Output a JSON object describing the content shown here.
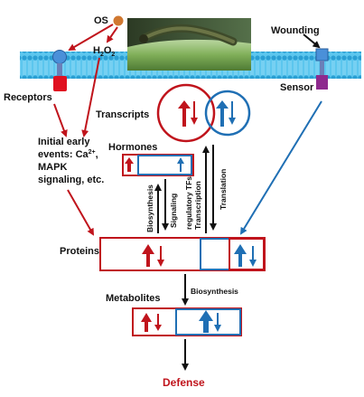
{
  "labels": {
    "os": "OS",
    "h2o2_main": "H",
    "h2o2_sub1": "2",
    "h2o2_mid": "O",
    "h2o2_sub2": "2",
    "wounding": "Wounding",
    "receptors": "Receptors",
    "sensor": "Sensor",
    "transcripts": "Transcripts",
    "hormones": "Hormones",
    "early_events_line1": "Initial early",
    "early_events_line2_pre": "events: Ca",
    "early_events_line2_sup": "2+",
    "early_events_line2_post": ",",
    "early_events_line3": "MAPK",
    "early_events_line4": "signaling, etc.",
    "biosynthesis": "Biosynthesis",
    "signaling": "Signaling",
    "transcription_regulatory": "Transcription",
    "regulatory_tfs": "regulatory TFs",
    "translation": "Translation",
    "proteins": "Proteins",
    "biosynthesis_right": "Biosynthesis",
    "metabolites": "Metabolites",
    "defense": "Defense"
  },
  "colors": {
    "red": "#c0141c",
    "blue": "#1f6fb4",
    "membrane": "#41b8e6",
    "black": "#111111"
  }
}
